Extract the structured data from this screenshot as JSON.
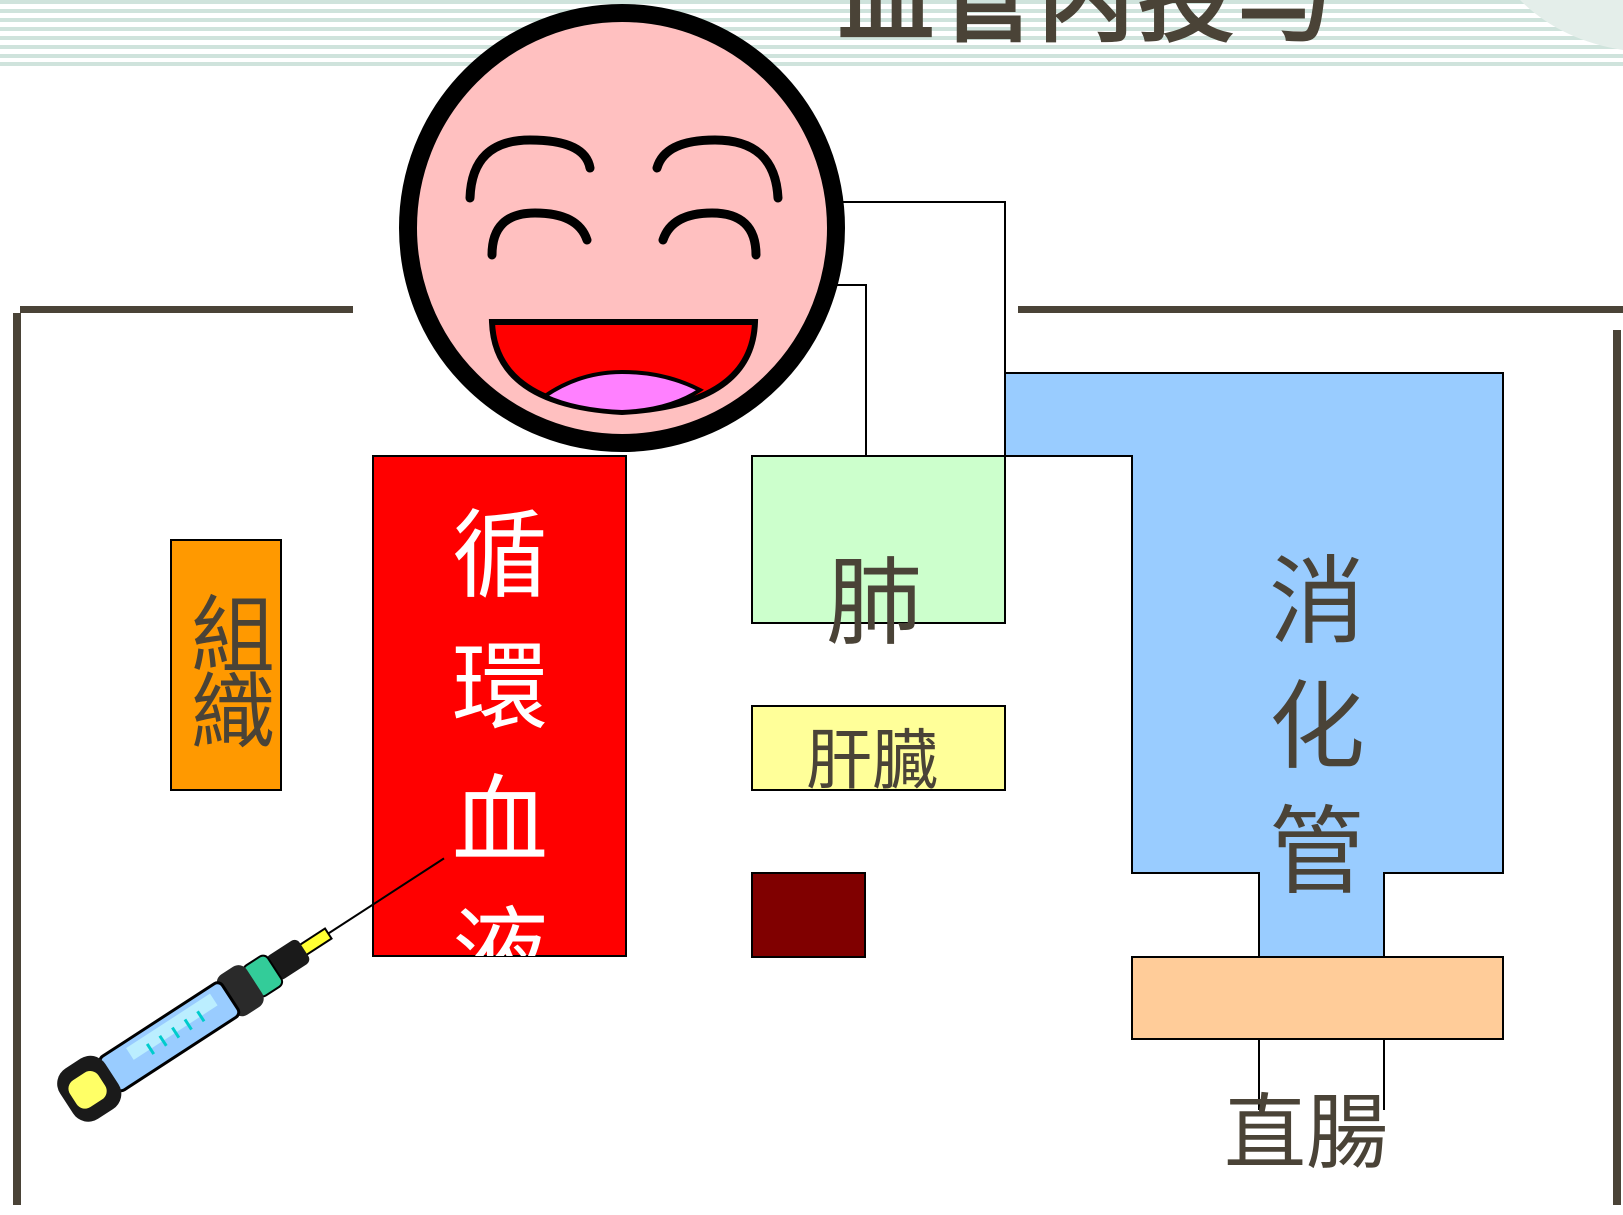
{
  "title": "血管内投与",
  "labels": {
    "tissue": [
      "組",
      "織"
    ],
    "blood": [
      "循",
      "環",
      "血",
      "液"
    ],
    "lung": "肺",
    "liver": "肝臓",
    "gut": [
      "消",
      "化",
      "管"
    ],
    "rectum": "直腸"
  },
  "icons": {
    "face": "smiling-face-icon",
    "syringe": "syringe-icon"
  },
  "colors": {
    "text_dark": "#4a4337",
    "tissue_fill": "#ff9900",
    "blood_fill": "#ff0000",
    "lung_fill": "#ccffcc",
    "liver_fill": "#ffff99",
    "small_box_fill": "#800000",
    "gut_fill": "#99ccff",
    "rectum_fill": "#ffcc99",
    "face_fill": "#ffc0c0"
  }
}
